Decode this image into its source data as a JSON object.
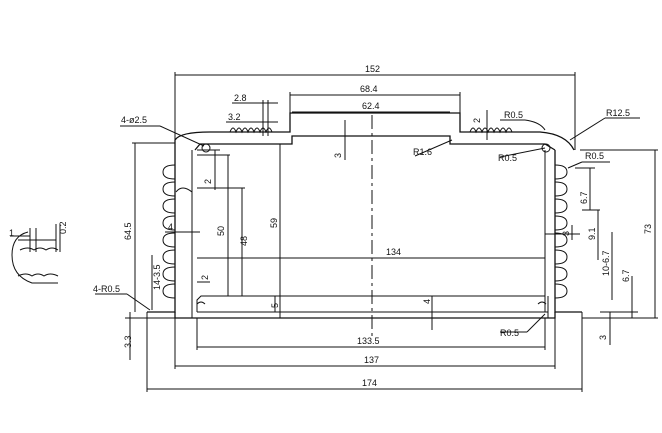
{
  "drawing": {
    "overall_width": "174",
    "body_width": "137",
    "inner_bottom_width": "133.5",
    "inner_width": "134",
    "top_width": "152",
    "top_recess_outer": "68.4",
    "top_recess_inner": "62.4",
    "rib_pitch_top_a": "2.8",
    "rib_pitch_top_b": "3.2",
    "hole_spec": "4-ø2.5",
    "recess_radius": "R1.6",
    "top_recess_depth": "3",
    "top_step": "2",
    "radius_top_a": "R0.5",
    "radius_top_b": "R0.5",
    "radius_top_c": "R0.5",
    "radius_corner": "R12.5",
    "left_height": "64.5",
    "left_slot_width": "4",
    "left_top_gap": "2",
    "left_inner_height_a": "50",
    "left_inner_height_b": "48",
    "left_inner_height_c": "59",
    "left_bottom_gap": "2",
    "left_fin_pitch": "14-3.5",
    "left_bottom_radius": "4-R0.5",
    "base_offset": "5",
    "base_thickness": "4",
    "bottom_left_offset": "3.3",
    "bottom_right_radius": "R0.5",
    "right_height": "73",
    "right_fin_a": "6.7",
    "right_fin_b": "9.1",
    "right_fin_c": "3",
    "right_fin_pitch": "10-6.7",
    "right_fin_d": "6.7",
    "right_bottom_offset": "3",
    "detail_a": "1",
    "detail_b": "0.2"
  }
}
